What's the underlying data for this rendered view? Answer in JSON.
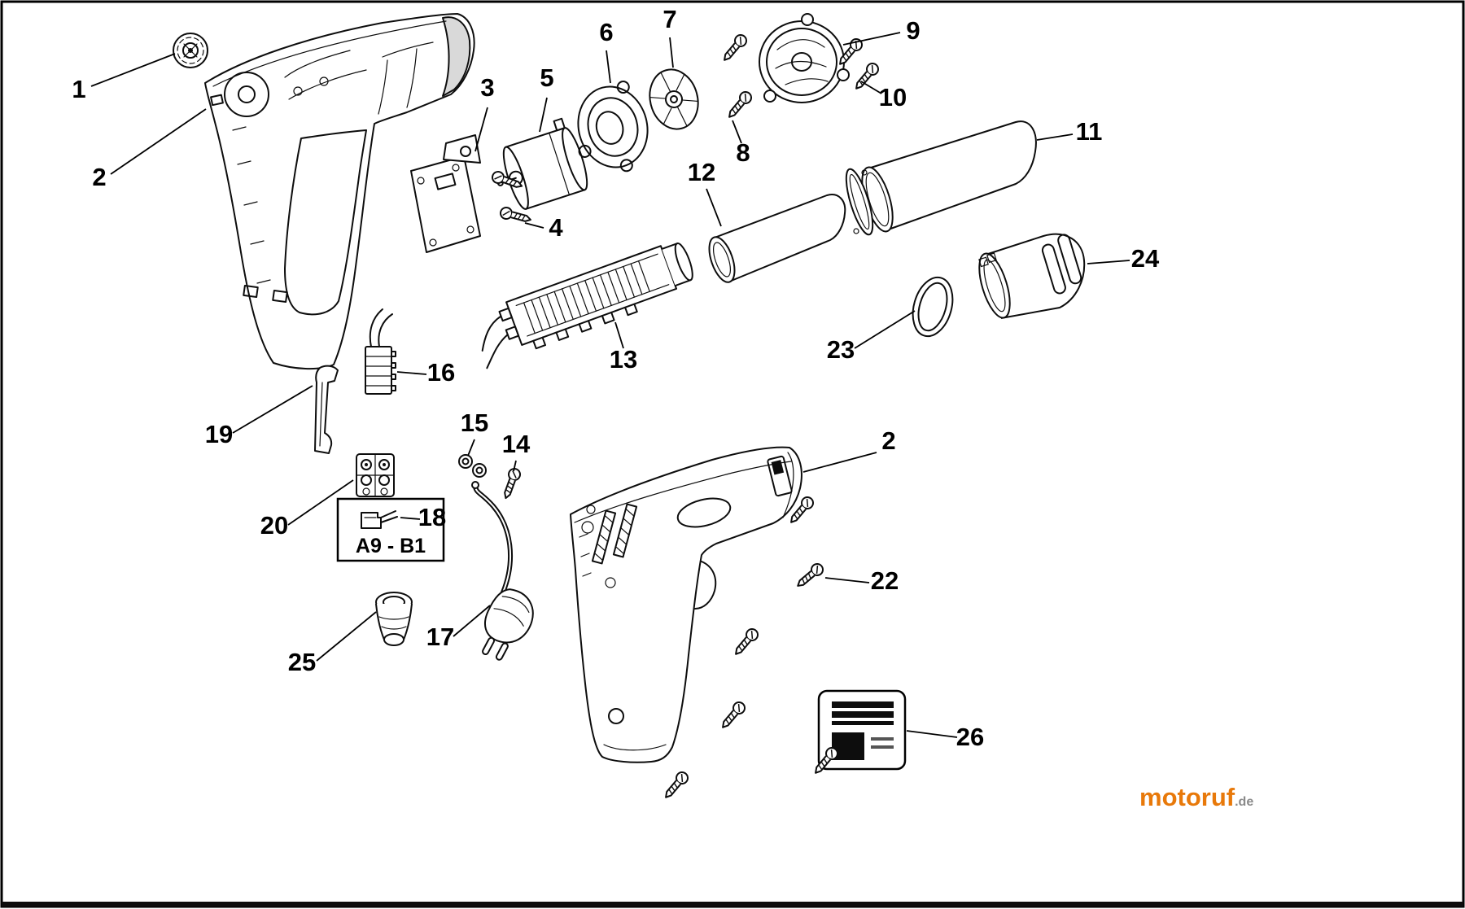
{
  "diagram": {
    "type": "exploded-parts-diagram",
    "callouts": {
      "n1": "1",
      "n2": "2",
      "n3": "3",
      "n4": "4",
      "n5": "5",
      "n6": "6",
      "n7": "7",
      "n8": "8",
      "n9": "9",
      "n10": "10",
      "n11": "11",
      "n12": "12",
      "n13": "13",
      "n14": "14",
      "n15": "15",
      "n16": "16",
      "n17": "17",
      "n18": "18",
      "n19": "19",
      "n20": "20",
      "n22": "22",
      "n23": "23",
      "n24": "24",
      "n25": "25",
      "n26": "26",
      "n2b": "2"
    },
    "inset_code": "A9 - B1"
  },
  "watermark": {
    "brand": "motoruf",
    "tld": ".de",
    "brand_color": "#e8790a",
    "tld_color": "#8a8a8a"
  }
}
